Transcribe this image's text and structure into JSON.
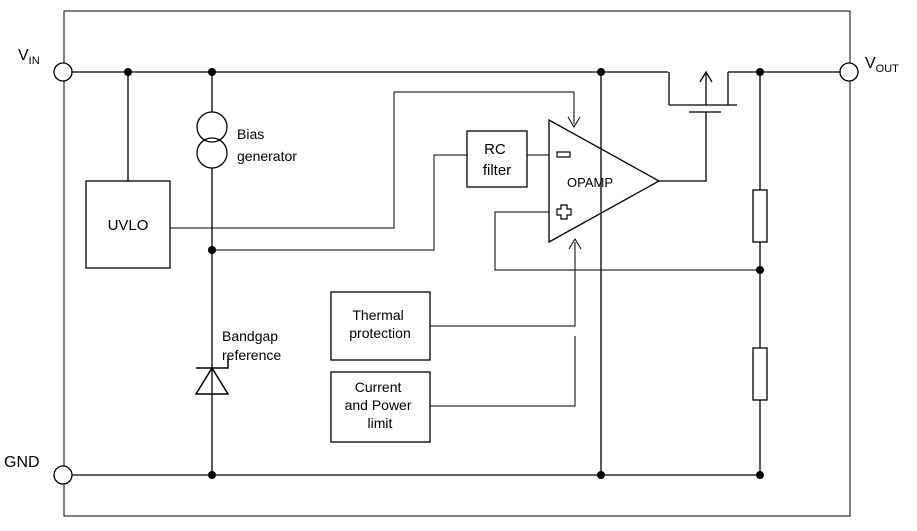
{
  "terminals": {
    "vin": {
      "main": "V",
      "sub": "IN"
    },
    "vout": {
      "main": "V",
      "sub": "OUT"
    },
    "gnd": "GND"
  },
  "blocks": {
    "uvlo": "UVLO",
    "bias_generator": [
      "Bias",
      "generator"
    ],
    "rc_filter": [
      "RC",
      "filter"
    ],
    "opamp": "OPAMP",
    "bandgap_reference": [
      "Bandgap",
      "reference"
    ],
    "thermal_protection": [
      "Thermal",
      "protection"
    ],
    "current_power_limit": [
      "Current",
      "and Power",
      "limit"
    ]
  },
  "colors": {
    "line": "#000000",
    "background": "#ffffff"
  }
}
